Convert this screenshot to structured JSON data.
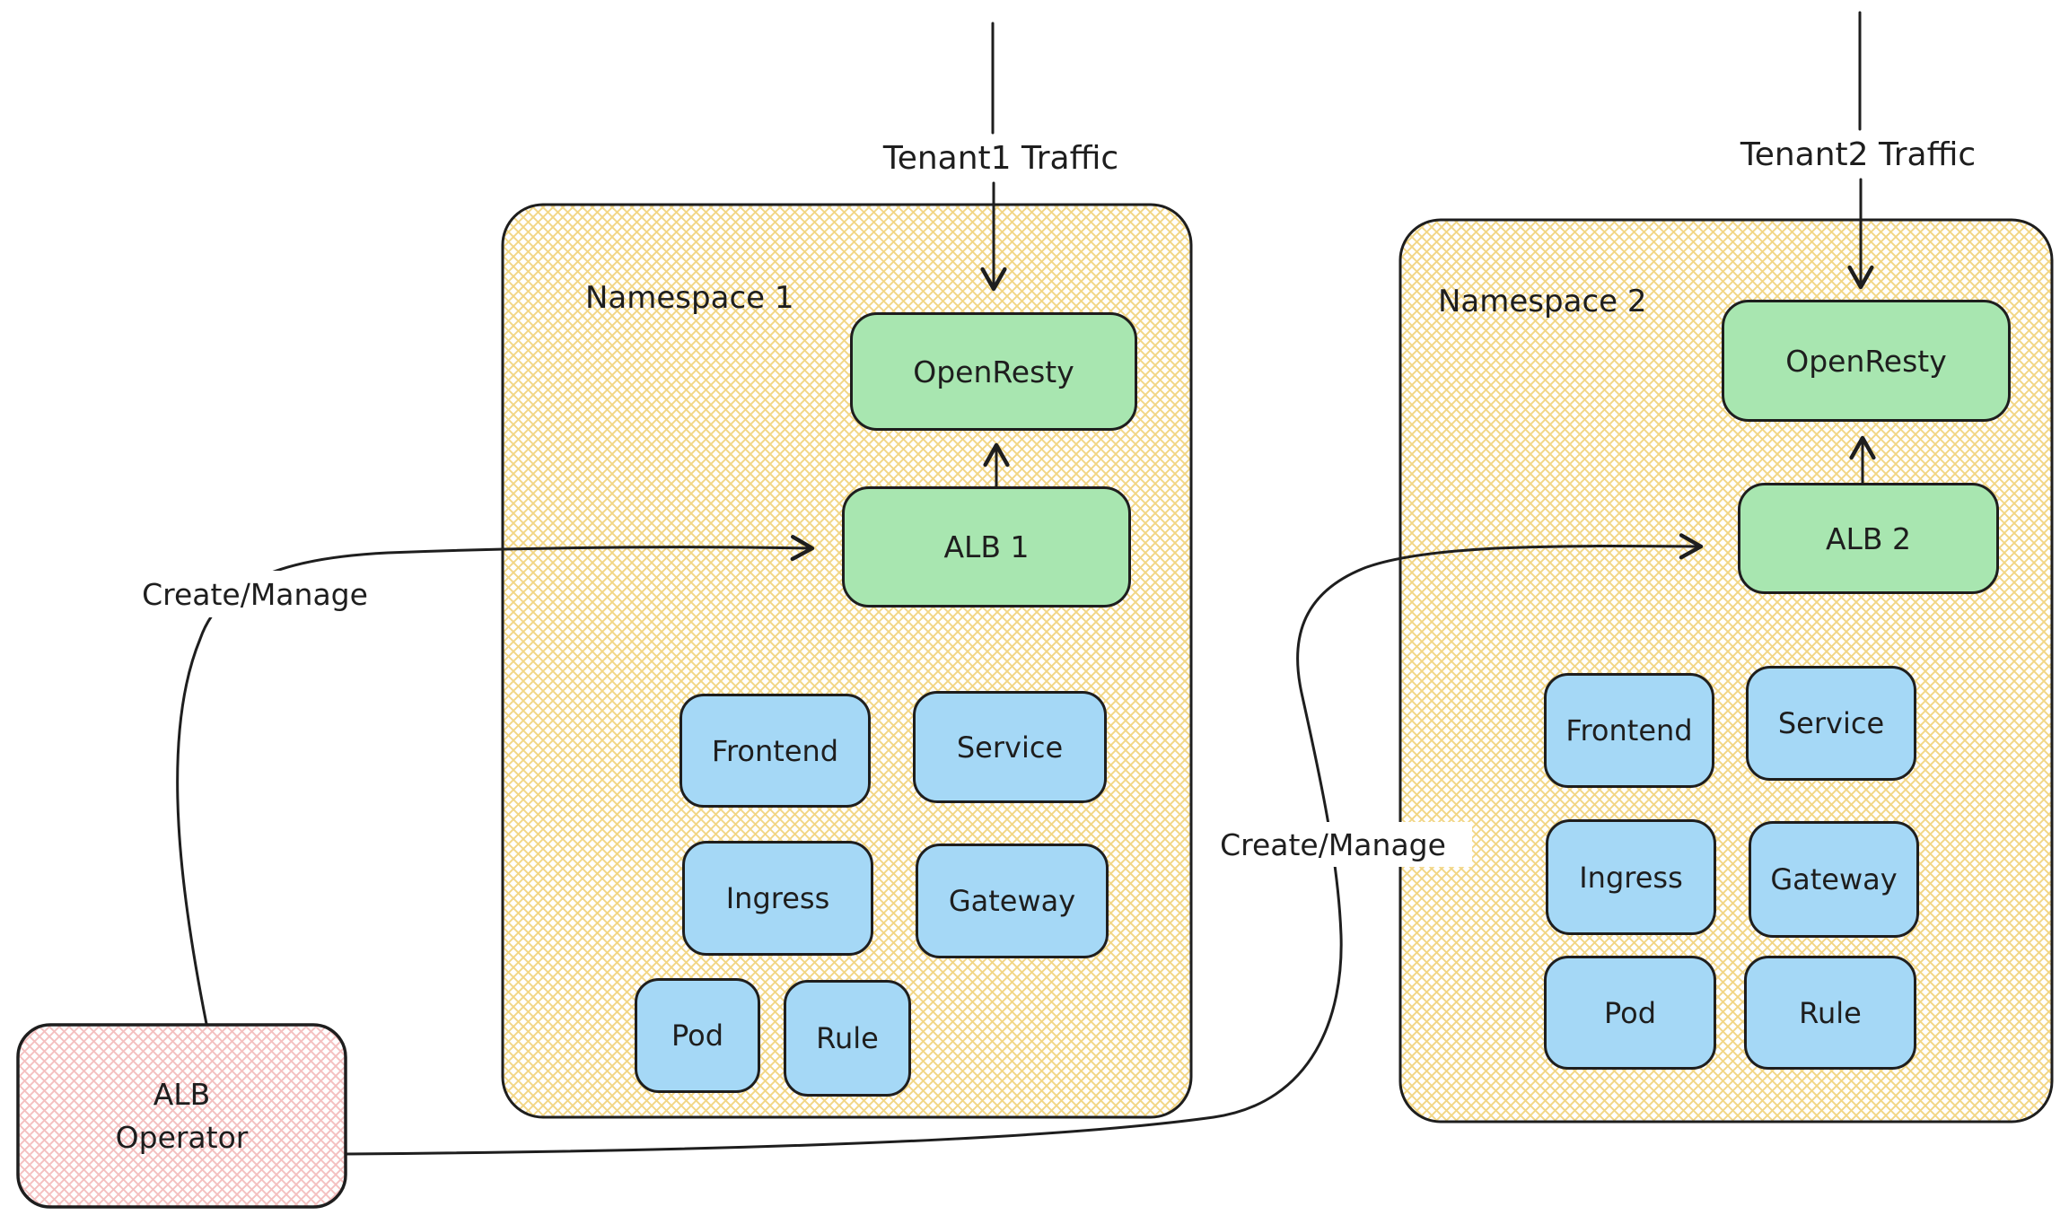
{
  "diagram": {
    "namespaces": [
      {
        "title": "Namespace 1",
        "traffic_label": "Tenant1 Traffic",
        "openresty_label": "OpenResty",
        "alb_label": "ALB 1",
        "resources": [
          "Frontend",
          "Service",
          "Ingress",
          "Gateway",
          "Pod",
          "Rule"
        ]
      },
      {
        "title": "Namespace 2",
        "traffic_label": "Tenant2 Traffic",
        "openresty_label": "OpenResty",
        "alb_label": "ALB 2",
        "resources": [
          "Frontend",
          "Service",
          "Ingress",
          "Gateway",
          "Pod",
          "Rule"
        ]
      }
    ],
    "operator": {
      "label_line1": "ALB",
      "label_line2": "Operator"
    },
    "edges": {
      "create_manage_left_label": "Create/Manage",
      "create_manage_right_label": "Create/Manage"
    },
    "colors": {
      "namespace_hatch": "#f1d47e",
      "green_box": "#a8e6b0",
      "blue_box": "#a5d8f6",
      "operator_hatch": "#f3bcbc",
      "stroke": "#1e1e1e"
    }
  }
}
